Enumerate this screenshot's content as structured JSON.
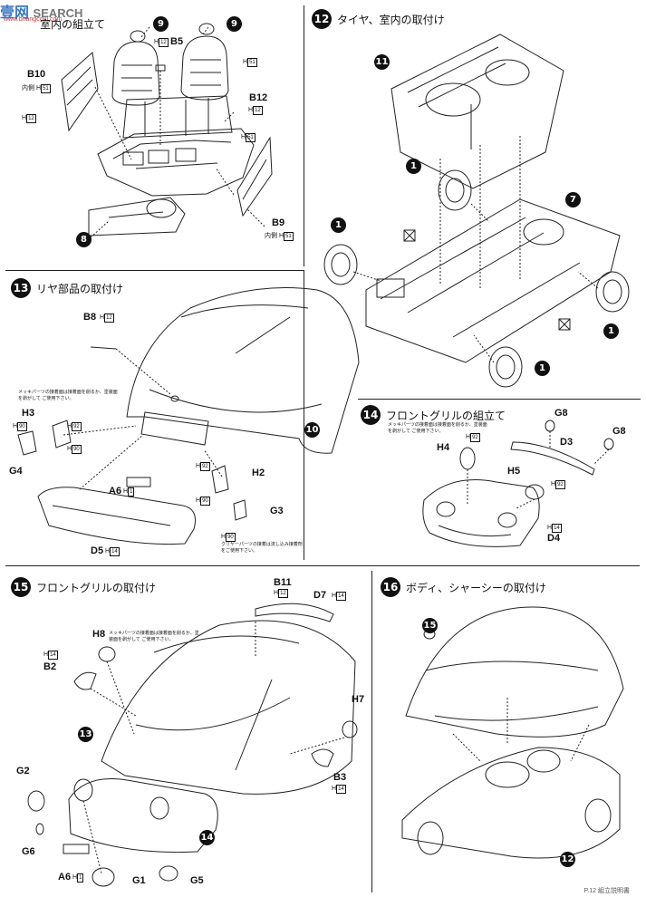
{
  "watermark": {
    "brand": "壹网",
    "search": "SEARCH",
    "url": "www.bhangcoul.com"
  },
  "steps": {
    "s11": {
      "num": "",
      "title": "室内の組立て"
    },
    "s12": {
      "num": "12",
      "title": "タイヤ、室内の取付け"
    },
    "s13": {
      "num": "13",
      "title": "リヤ部品の取付け"
    },
    "s14": {
      "num": "14",
      "title": "フロントグリルの組立て"
    },
    "s15": {
      "num": "15",
      "title": "フロントグリルの取付け"
    },
    "s16": {
      "num": "16",
      "title": "ボディ、シャーシーの取付け"
    }
  },
  "callouts": {
    "c9a": "9",
    "c9b": "9",
    "c8": "8",
    "c11": "11",
    "c1a": "1",
    "c1b": "1",
    "c1c": "1",
    "c1d": "1",
    "c7": "7",
    "c10": "10",
    "c13": "13",
    "c14": "14",
    "c14b": "14",
    "c15": "15",
    "c12": "12"
  },
  "parts": {
    "B5": "B5",
    "B10": "B10",
    "B12": "B12",
    "B9": "B9",
    "B8": "B8",
    "H3": "H3",
    "G4": "G4",
    "A6a": "A6",
    "D5": "D5",
    "H2": "H2",
    "G3": "G3",
    "G8a": "G8",
    "G8b": "G8",
    "H4": "H4",
    "D3": "D3",
    "H5": "H5",
    "D4": "D4",
    "B11": "B11",
    "D7": "D7",
    "H8": "H8",
    "B2": "B2",
    "H7": "H7",
    "B3": "B3",
    "G2": "G2",
    "G6": "G6",
    "A6b": "A6",
    "G1": "G1",
    "G5": "G5"
  },
  "codes": {
    "inner": "内側",
    "H": "H",
    "H12": "12",
    "H51": "51",
    "H14": "14",
    "H1": "1",
    "H92": "92",
    "H90": "90",
    "H91": "91",
    "H10": "10"
  },
  "notes": {
    "plating1": "メッキパーツの接着面は接着面を削るか、塗装面を剥がして ご使用下さい。",
    "plating2": "メッキパーツの接着面は接着面を削るか、塗装面を剥がして ご使用下さい。",
    "plating3": "メッキパーツの接着面は接着面を削るか、塗装面を剥がして ご使用下さい。",
    "clear": "クリヤーパーツの接着は流し込み接着剤をご使用下さい。"
  },
  "footer": "P.12 組立説明書"
}
